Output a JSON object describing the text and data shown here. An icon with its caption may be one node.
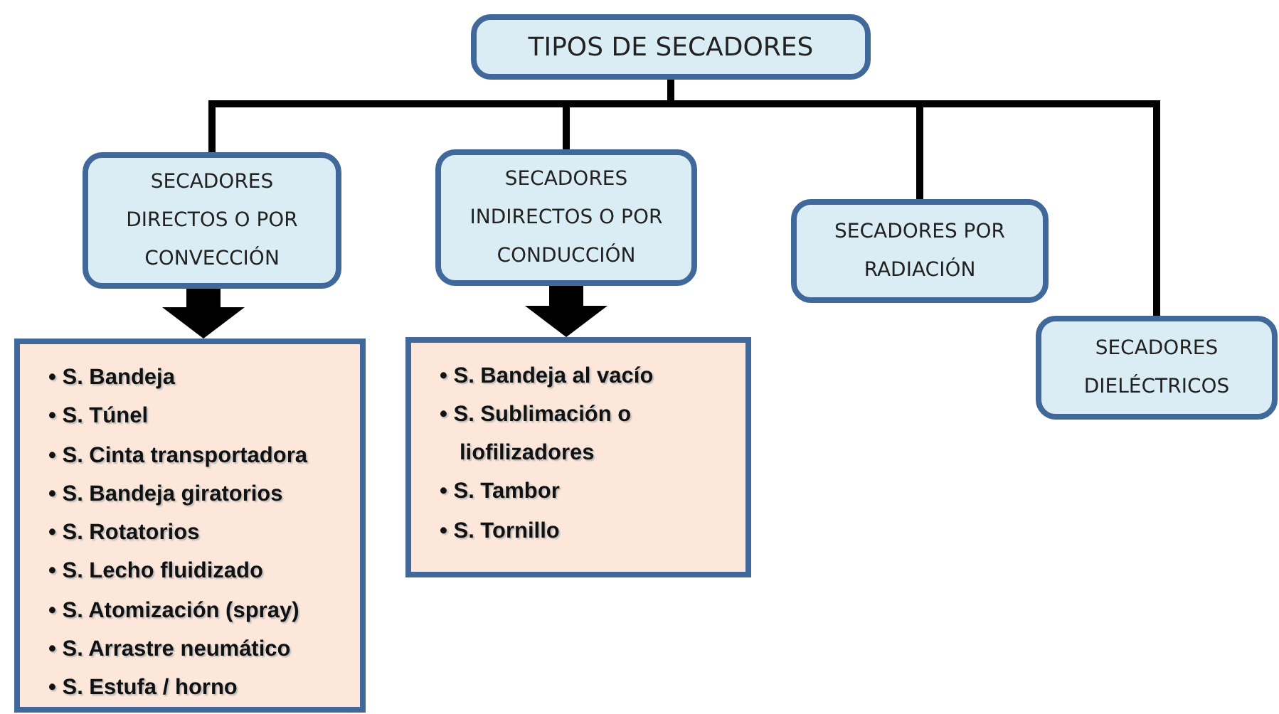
{
  "diagram": {
    "nodes": [
      {
        "text": [
          "TIPOS DE SECADORES"
        ]
      },
      {
        "text": [
          "SECADORES DIRECTOS O POR CONVECCIÓN"
        ]
      },
      {
        "text": [
          "SECADORES INDIRECTOS O POR CONDUCCIÓN"
        ]
      },
      {
        "text": [
          "SECADORES POR RADIACIÓN"
        ]
      },
      {
        "text": [
          "SECADORES DIELÉCTRICOS"
        ]
      },
      {
        "text": [
          "• S. Bandeja",
          "• S. Túnel",
          "• S. Cinta transportadora",
          "• S. Bandeja giratorios",
          "• S. Rotatorios",
          "• S. Lecho fluidizado",
          "• S. Atomización (spray)",
          "• S. Arrastre neumático",
          "• S. Estufa / horno"
        ]
      },
      {
        "text": [
          "• S. Bandeja al vacío",
          "• S. Sublimación o liofilizadores",
          "• S. Tambor",
          "• S. Tornillo"
        ]
      }
    ],
    "edges": [
      {
        "from": 0,
        "to": 1,
        "arrow": "none"
      },
      {
        "from": 0,
        "to": 2,
        "arrow": "none"
      },
      {
        "from": 0,
        "to": 3,
        "arrow": "none"
      },
      {
        "from": 0,
        "to": 4,
        "arrow": "none"
      },
      {
        "from": 1,
        "to": 5,
        "arrow": "to",
        "style": "thick"
      },
      {
        "from": 2,
        "to": 6,
        "arrow": "to",
        "style": "thick"
      }
    ]
  }
}
